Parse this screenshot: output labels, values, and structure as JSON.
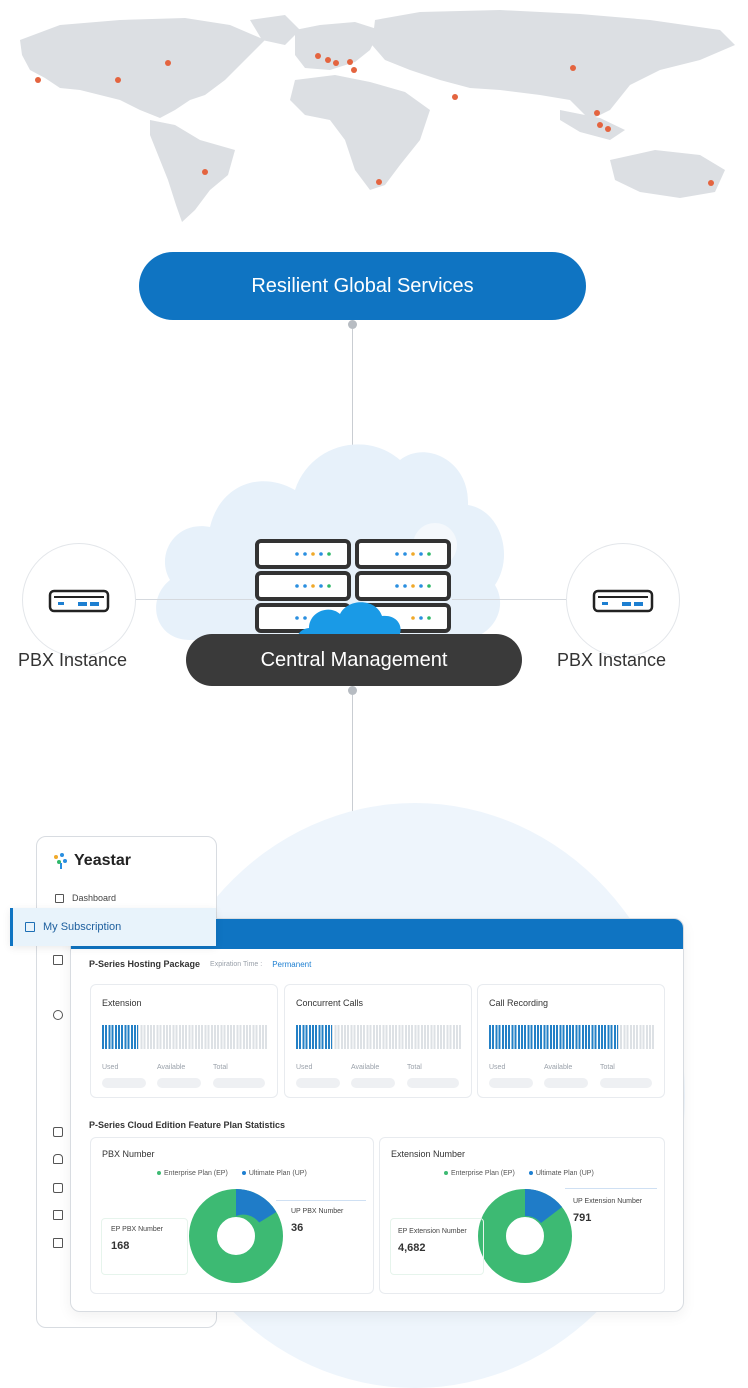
{
  "diagram": {
    "top_pill": "Resilient Global Services",
    "center_pill": "Central Management",
    "left_node_label": "PBX Instance",
    "right_node_label": "PBX Instance",
    "colors": {
      "blue": "#0f74c2",
      "dark": "#3a3a3a",
      "cloud": "#e7f1fa",
      "map": "#dcdfe3",
      "marker": "#e4643f"
    }
  },
  "app": {
    "logo": "Yeastar",
    "nav": {
      "dashboard": "Dashboard",
      "subscription": "My Subscription"
    },
    "package": {
      "title": "P-Series Hosting Package",
      "expiration_label": "Expiration Time :",
      "expiration_value": "Permanent"
    },
    "resources": [
      {
        "title": "Extension",
        "used_fraction": 0.22,
        "labels": [
          "Used",
          "Available",
          "Total"
        ]
      },
      {
        "title": "Concurrent Calls",
        "used_fraction": 0.22,
        "labels": [
          "Used",
          "Available",
          "Total"
        ]
      },
      {
        "title": "Call Recording",
        "used_fraction": 0.78,
        "labels": [
          "Used",
          "Available",
          "Total"
        ]
      }
    ],
    "stats_title": "P-Series Cloud Edition Feature Plan Statistics",
    "stats": [
      {
        "title": "PBX Number",
        "legend_ep": "Enterprise Plan (EP)",
        "legend_up": "Ultimate Plan (UP)",
        "ep_label": "EP PBX Number",
        "ep_value": "168",
        "up_label": "UP PBX Number",
        "up_value": "36"
      },
      {
        "title": "Extension Number",
        "legend_ep": "Enterprise Plan (EP)",
        "legend_up": "Ultimate Plan (UP)",
        "ep_label": "EP Extension Number",
        "ep_value": "4,682",
        "up_label": "UP Extension Number",
        "up_value": "791"
      }
    ]
  }
}
